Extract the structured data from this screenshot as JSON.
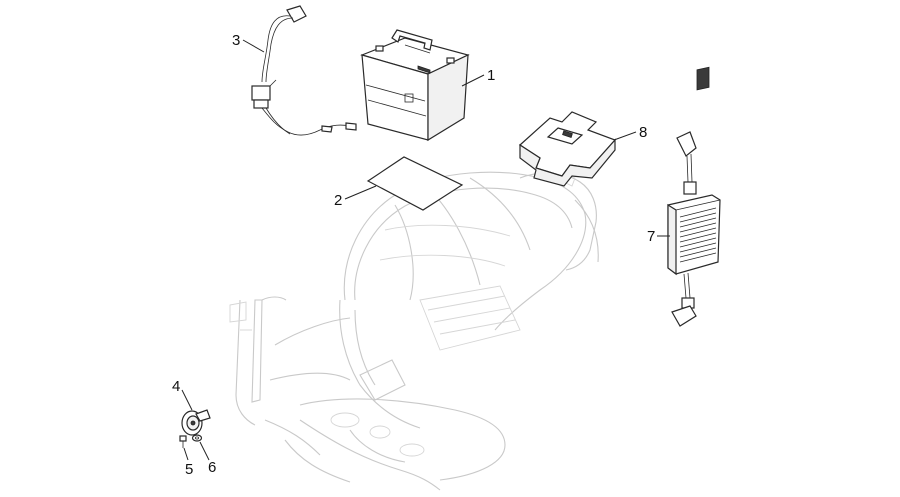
{
  "callouts": [
    {
      "id": "1",
      "label": "1"
    },
    {
      "id": "2",
      "label": "2"
    },
    {
      "id": "3",
      "label": "3"
    },
    {
      "id": "4",
      "label": "4"
    },
    {
      "id": "5",
      "label": "5"
    },
    {
      "id": "6",
      "label": "6"
    },
    {
      "id": "7",
      "label": "7"
    },
    {
      "id": "8",
      "label": "8"
    }
  ],
  "colors": {
    "line": "#222222",
    "ghost": "#c9c9c9",
    "background": "#ffffff"
  }
}
